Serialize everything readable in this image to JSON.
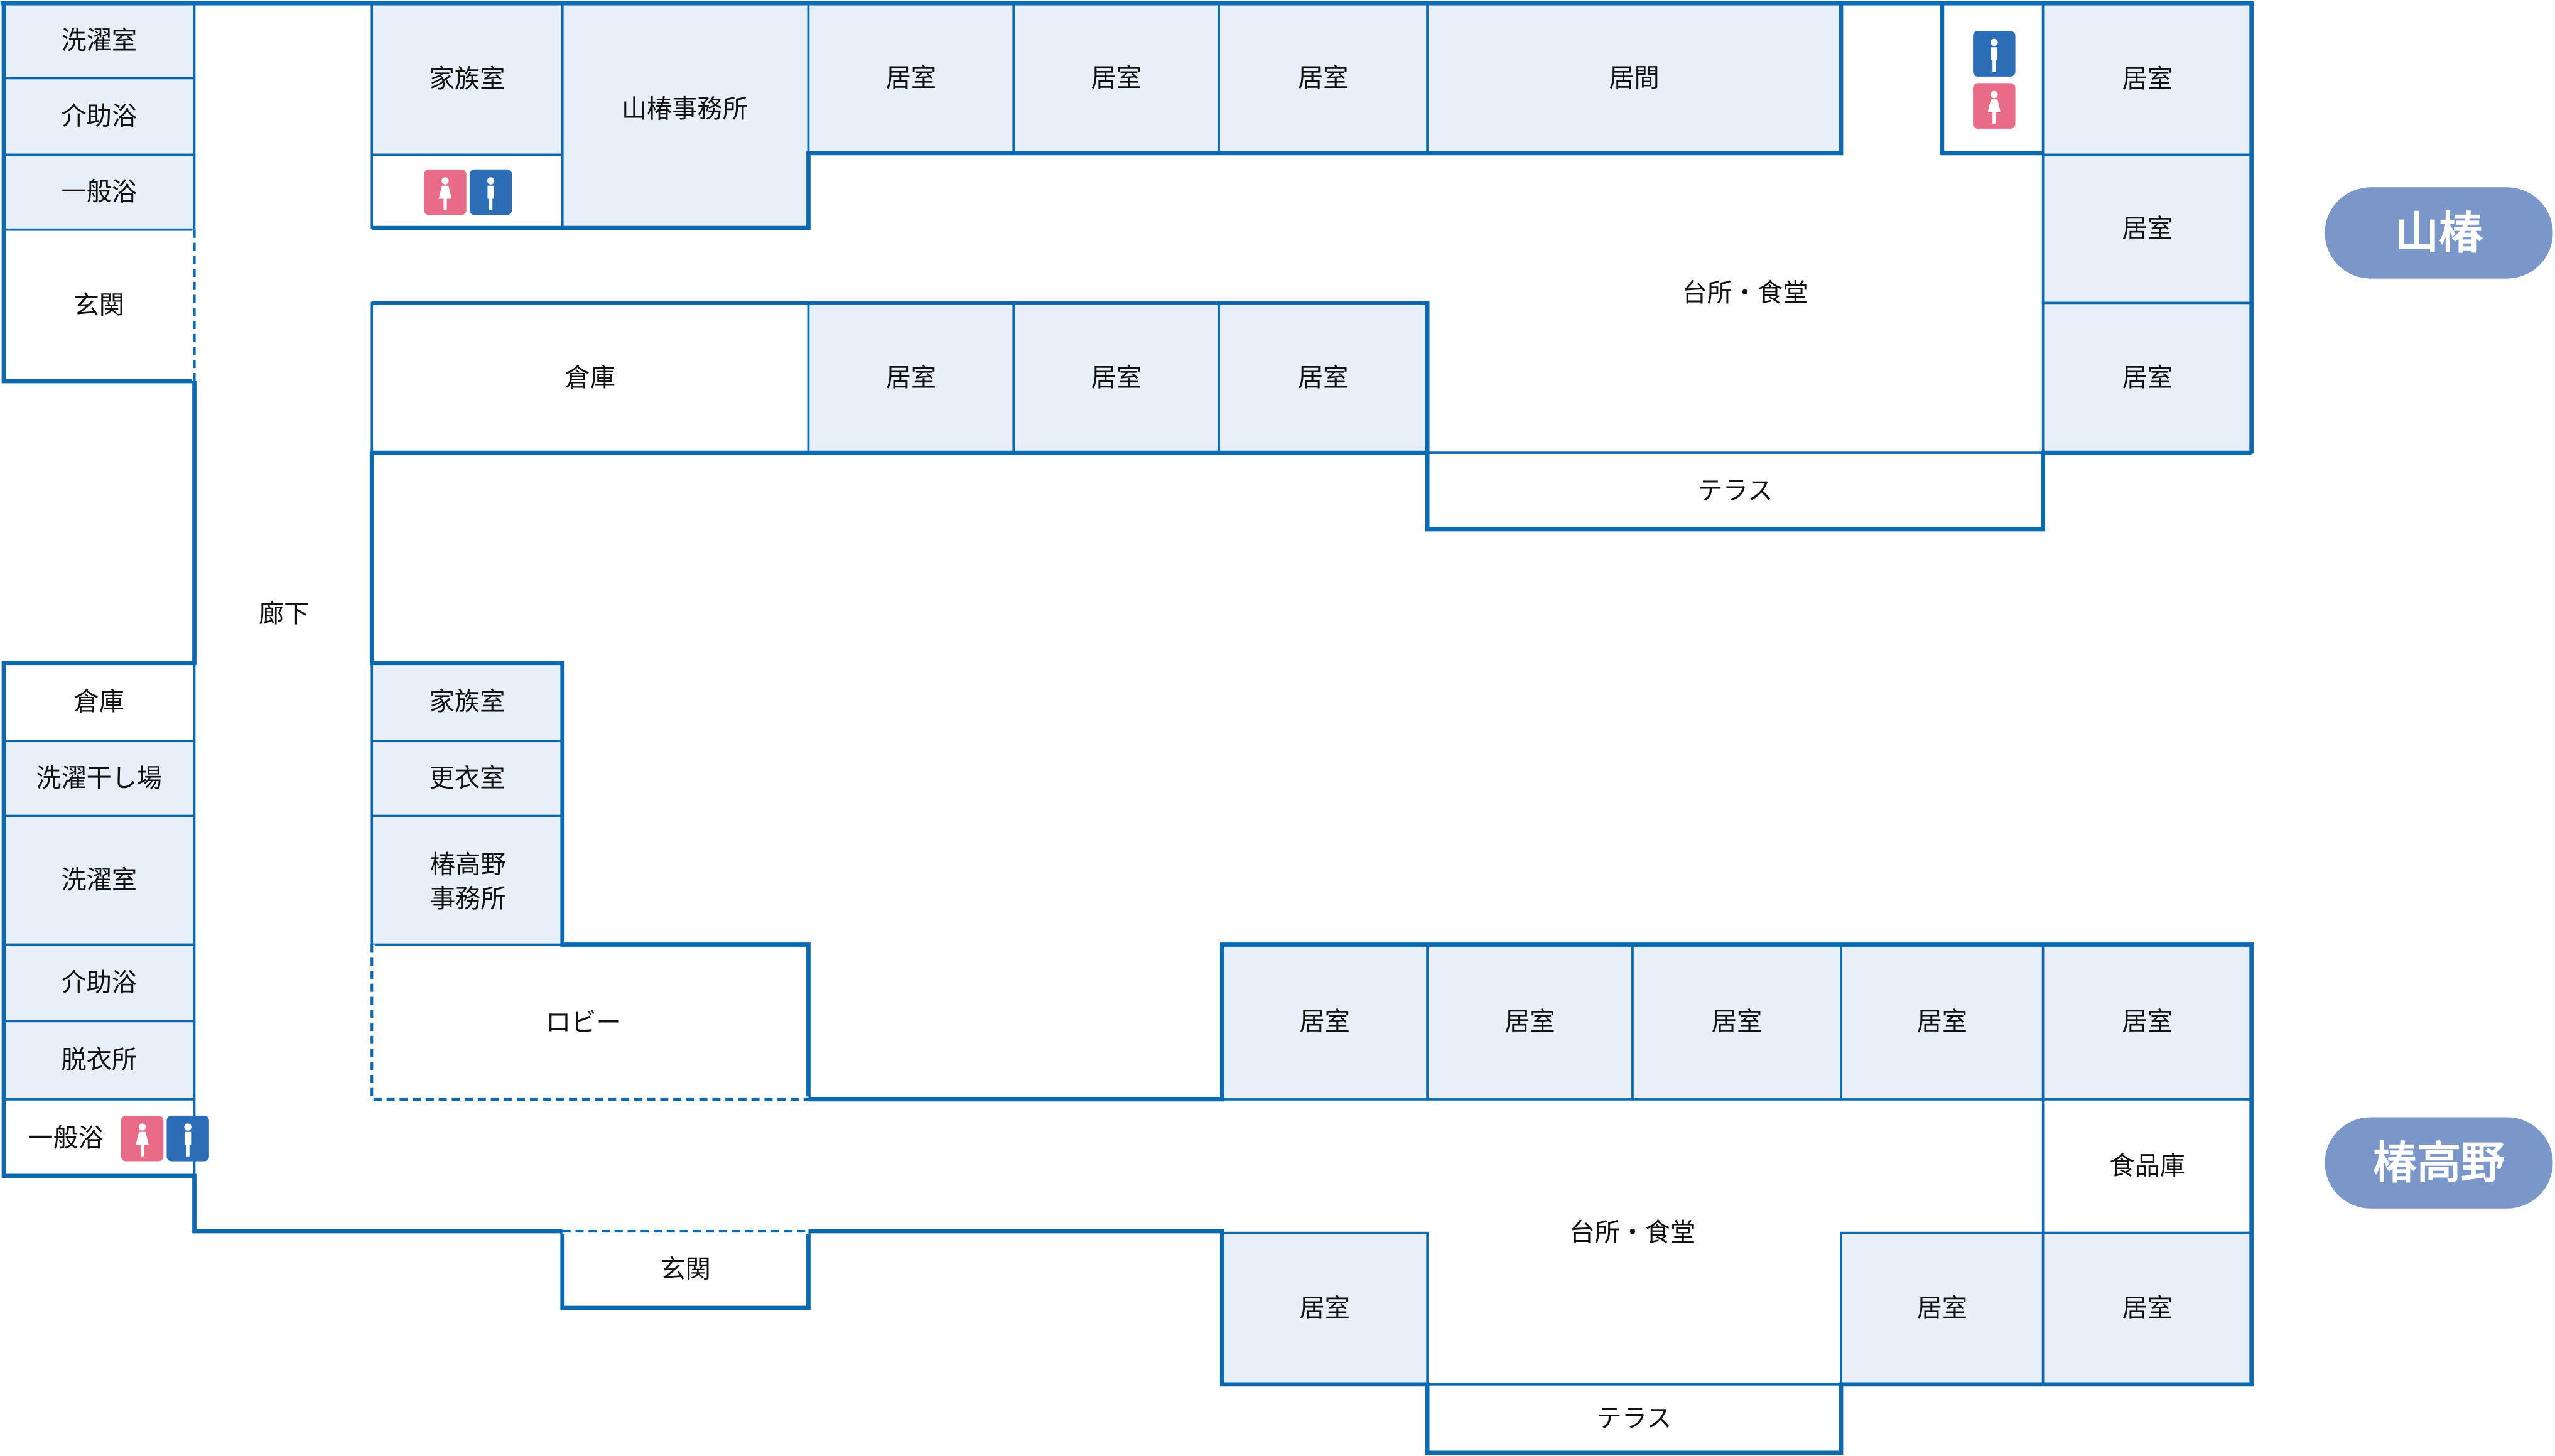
{
  "colors": {
    "wall": "#0b69b0",
    "room_fill": "#e7eff9",
    "female": "#e86c88",
    "male": "#2c6db5",
    "badge": "#7b96c8"
  },
  "corridor_label": "廊下",
  "yamatsubaki": {
    "badge": "山椿",
    "rooms": [
      "洗濯室",
      "介助浴",
      "一般浴",
      "玄関",
      "家族室",
      "山椿事務所",
      "居室",
      "居室",
      "居室",
      "居間",
      "居室",
      "居室",
      "居室",
      "倉庫",
      "居室",
      "居室",
      "居室",
      "台所・食堂",
      "テラス"
    ]
  },
  "tsubakitakano": {
    "badge": "椿高野",
    "rooms": [
      "倉庫",
      "洗濯干し場",
      "洗濯室",
      "介助浴",
      "脱衣所",
      "一般浴",
      "家族室",
      "更衣室",
      "椿高野",
      "事務所",
      "ロビー",
      "玄関",
      "居室",
      "居室",
      "居室",
      "居室",
      "居室",
      "食品庫",
      "居室",
      "居室",
      "居室",
      "台所・食堂",
      "テラス"
    ]
  },
  "icons": [
    "female-toilet-icon",
    "male-toilet-icon"
  ]
}
